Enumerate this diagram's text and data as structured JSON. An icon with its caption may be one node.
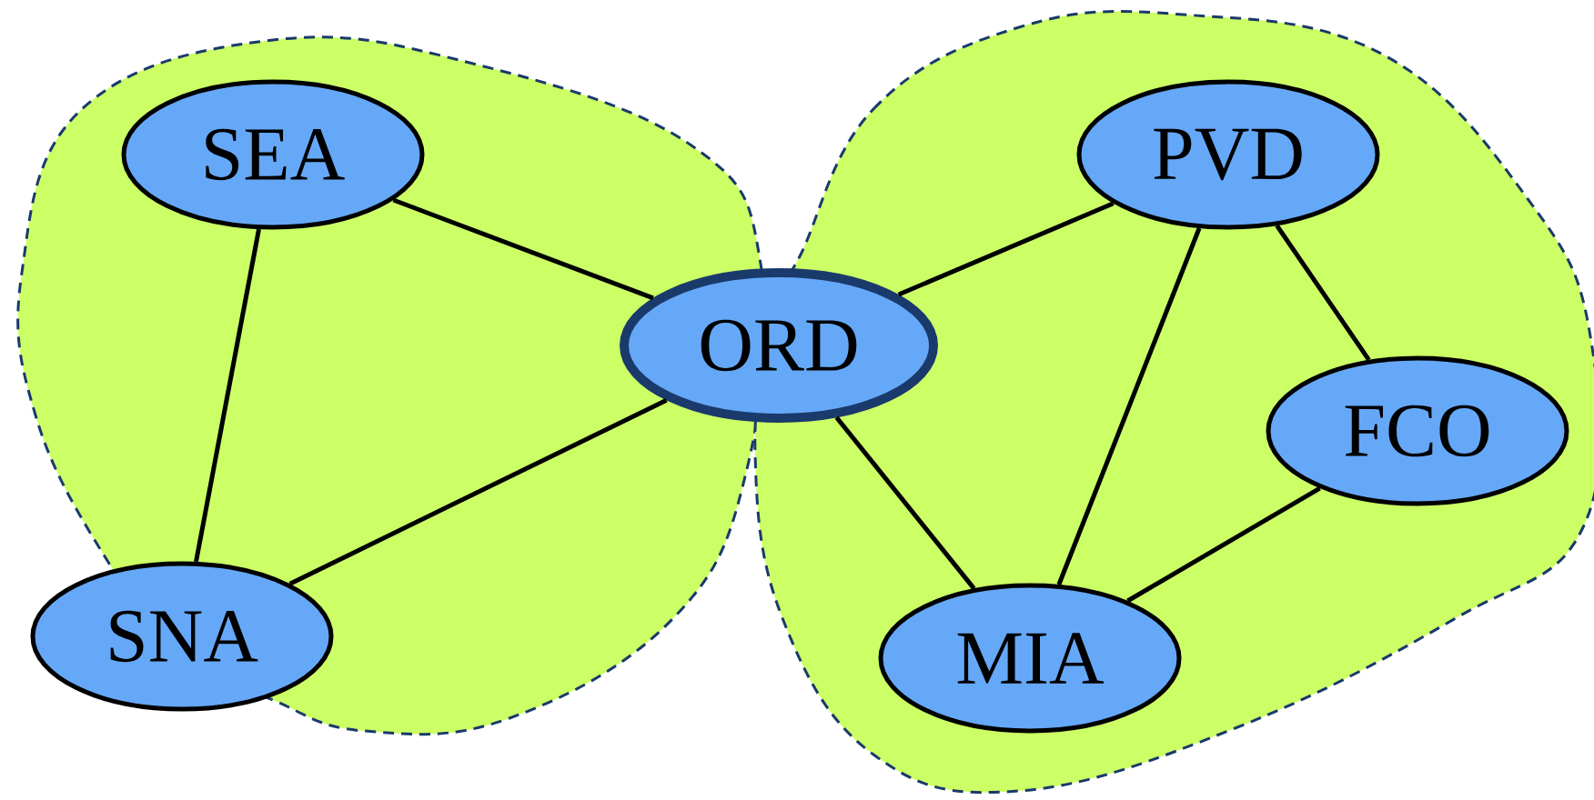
{
  "diagram": {
    "nodes": [
      {
        "text": [],
        "shape": "cloud"
      },
      {
        "text": [
          "SEA"
        ],
        "in": 0
      },
      {
        "text": [
          "SNA"
        ],
        "in": 0
      },
      {
        "text": [
          "ORD"
        ]
      },
      {
        "text": [],
        "shape": "cloud"
      },
      {
        "text": [
          "PVD"
        ],
        "in": 4
      },
      {
        "text": [
          "FCO"
        ],
        "in": 4
      },
      {
        "text": [
          "MIA"
        ],
        "in": 4
      }
    ],
    "edges": [
      {
        "from": 1,
        "to": 3,
        "arrow": "none"
      },
      {
        "from": 1,
        "to": 2,
        "arrow": "none"
      },
      {
        "from": 2,
        "to": 3,
        "arrow": "none"
      },
      {
        "from": 3,
        "to": 5,
        "arrow": "none"
      },
      {
        "from": 3,
        "to": 7,
        "arrow": "none"
      },
      {
        "from": 5,
        "to": 7,
        "arrow": "none"
      },
      {
        "from": 5,
        "to": 6,
        "arrow": "none"
      },
      {
        "from": 6,
        "to": 7,
        "arrow": "none"
      }
    ]
  }
}
